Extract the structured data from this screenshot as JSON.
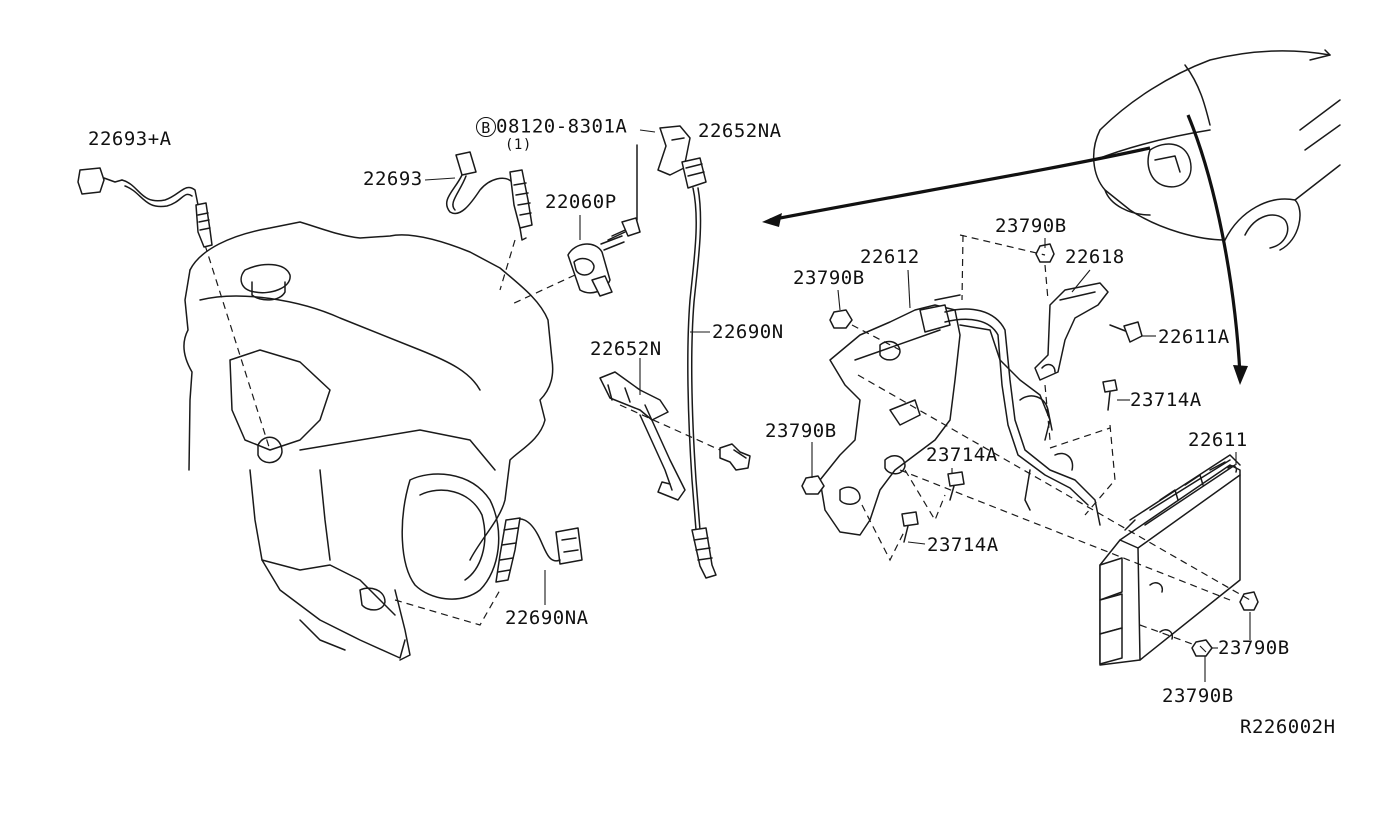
{
  "labels": {
    "p22693A": "22693+A",
    "p22693": "22693",
    "p08120": "08120-8301A",
    "p08120_qty": "(1)",
    "p08120_mark": "B",
    "p22652NA": "22652NA",
    "p22060P": "22060P",
    "p22652N": "22652N",
    "p22690N": "22690N",
    "p22690NA": "22690NA",
    "p23790B_1": "23790B",
    "p22612": "22612",
    "p22618": "22618",
    "p23790B_2": "23790B",
    "p22611A": "22611A",
    "p23714A_1": "23714A",
    "p23790B_3": "23790B",
    "p23714A_2": "23714A",
    "p22611": "22611",
    "p23714A_3": "23714A",
    "p23790B_4": "23790B",
    "p23790B_5": "23790B",
    "diagram_id": "R226002H"
  }
}
